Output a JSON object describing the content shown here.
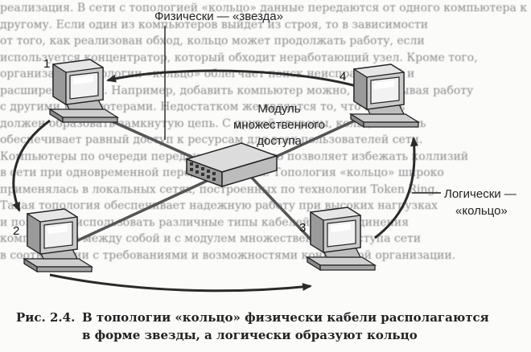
{
  "background_text": [
    "реализация. В сети с топологией «кольцо» данные передаются от одного компьютера к",
    "другому. Если один из компьютеров выйдет из строя, то в зависимости",
    "от того, как реализован обход, кольцо может продолжать работу, если",
    "используется концентратор, который обходит неработающий узел. Кроме того,",
    "организация топологии «кольцо» облегчает поиск неисправностей и",
    "расширение сети. Например, добавить компьютер можно, не прерывая работу",
    "с другими компьютерами. Недостатком же является то, что кабель",
    "должен образовать замкнутую цепь. С другой стороны, кольцевая сеть",
    "обеспечивает равный доступ к ресурсам для всех пользователей сети.",
    "Компьютеры по очереди передают маркер, что позволяет избежать коллизий",
    "в сети при одновременной передаче данных. Топология «кольцо» широко",
    "применялась в локальных сетях, построенных по технологии Token Ring.",
    "Такая топология обеспечивает надежную работу при высоких нагрузках",
    "и позволяет использовать различные типы кабелей для соединения",
    "компьютеров между собой и с модулем множественного доступа сети",
    "в соответствии с требованиями и возможностями конкретной организации."
  ],
  "labels": {
    "physical": "Физически — «звезда»",
    "module_line1": "Модуль",
    "module_line2": "множественного",
    "module_line3": "доступа",
    "logical_line1": "Логически —",
    "logical_line2": "«кольцо»"
  },
  "computers": [
    {
      "number": "1"
    },
    {
      "number": "2"
    },
    {
      "number": "3"
    },
    {
      "number": "4"
    }
  ],
  "caption": {
    "figure": "Рис. 2.4.",
    "line1": "В топологии «кольцо» физически кабели располагаются",
    "line2": "в форме звезды, а логически образуют кольцо"
  },
  "colors": {
    "ring": "#2a2a2a",
    "cable": "#555555",
    "computer_shade": "#9a9a9a",
    "screen": "#d8d8d8"
  }
}
